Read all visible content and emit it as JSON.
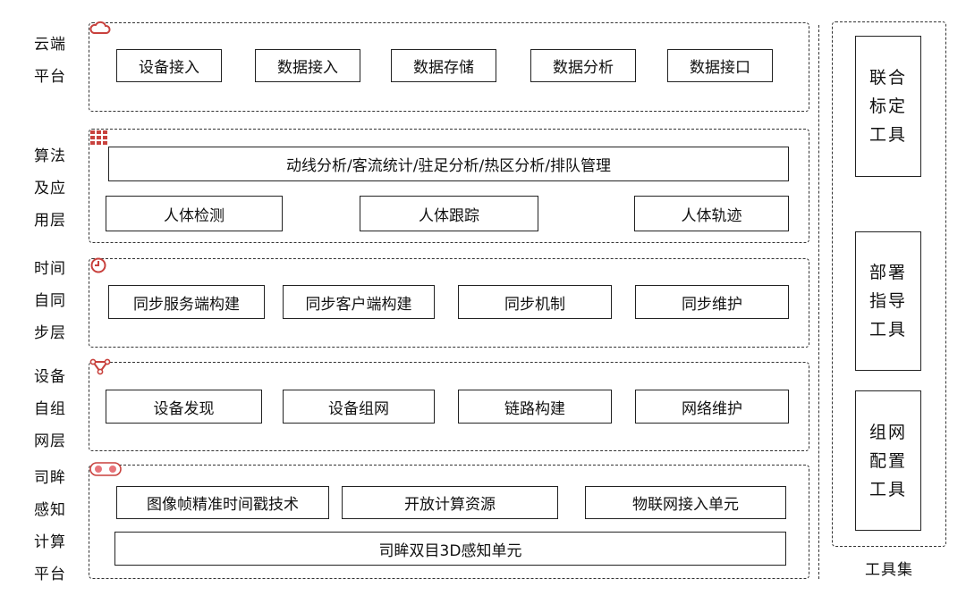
{
  "layers": {
    "cloud": {
      "label": "云端\n平台",
      "boxes": [
        "设备接入",
        "数据接入",
        "数据存储",
        "数据分析",
        "数据接口"
      ]
    },
    "algorithm": {
      "label": "算法\n及应\n用层",
      "wide_box": "动线分析/客流统计/驻足分析/热区分析/排队管理",
      "boxes": [
        "人体检测",
        "人体跟踪",
        "人体轨迹"
      ]
    },
    "sync": {
      "label": "时间\n自同\n步层",
      "boxes": [
        "同步服务端构建",
        "同步客户端构建",
        "同步机制",
        "同步维护"
      ]
    },
    "network": {
      "label": "设备\n自组\n网层",
      "boxes": [
        "设备发现",
        "设备组网",
        "链路构建",
        "网络维护"
      ]
    },
    "compute": {
      "label": "司眸\n感知\n计算\n平台",
      "boxes": [
        "图像帧精准时间戳技术",
        "开放计算资源",
        "物联网接入单元"
      ],
      "wide_box": "司眸双目3D感知单元"
    }
  },
  "tools": {
    "title": "工具集",
    "items": [
      "联合\n标定\n工具",
      "部署\n指导\n工具",
      "组网\n配置\n工具"
    ]
  },
  "colors": {
    "accent": "#c8413d",
    "border": "#222222"
  },
  "icons": [
    "cloud-icon",
    "grid-icon",
    "clock-icon",
    "network-triangle-icon",
    "device-dots-icon"
  ]
}
